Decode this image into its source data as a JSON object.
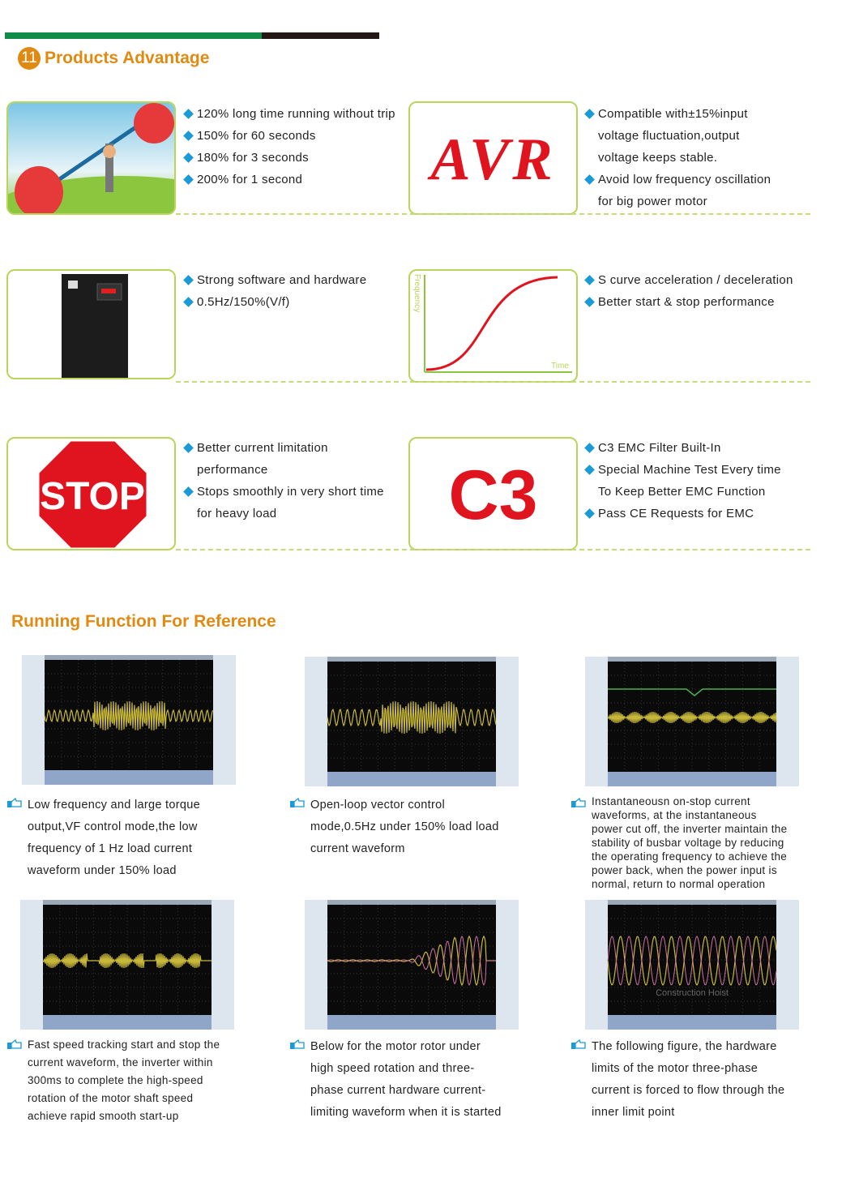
{
  "header": {
    "number": "11",
    "title": "Products Advantage"
  },
  "advantages": [
    {
      "image": "weightlifter-image",
      "items": [
        "120% long time running without trip",
        "150% for 60 seconds",
        "180% for 3 seconds",
        "200% for 1 second"
      ]
    },
    {
      "image": "avr-logo",
      "logo_text": "AVR",
      "items": [
        {
          "t": "Compatible with±15%input",
          "b": true
        },
        {
          "t": "voltage fluctuation,output",
          "b": false
        },
        {
          "t": "voltage keeps stable.",
          "b": false
        },
        {
          "t": "Avoid low frequency oscillation",
          "b": true
        },
        {
          "t": "for big power motor",
          "b": false
        }
      ]
    },
    {
      "image": "inverter-image",
      "items": [
        "Strong software and hardware",
        "0.5Hz/150%(V/f)"
      ]
    },
    {
      "image": "s-curve-graph",
      "axis_y": "Frequency",
      "axis_x": "Time",
      "items": [
        "S curve acceleration / deceleration",
        "Better start & stop performance"
      ]
    },
    {
      "image": "stop-sign",
      "sign_text": "STOP",
      "items": [
        {
          "t": "Better current limitation",
          "b": true
        },
        {
          "t": "performance",
          "b": false
        },
        {
          "t": "Stops smoothly in very short time",
          "b": true
        },
        {
          "t": "for heavy load",
          "b": false
        }
      ]
    },
    {
      "image": "c3-logo",
      "logo_text": "C3",
      "items": [
        {
          "t": "C3 EMC Filter Built-In",
          "b": true
        },
        {
          "t": "Special Machine Test Every time",
          "b": true
        },
        {
          "t": "To Keep Better EMC Function",
          "b": false
        },
        {
          "t": "Pass CE Requests for EMC",
          "b": true
        }
      ]
    }
  ],
  "section2": {
    "title": "Running Function For Reference"
  },
  "waveforms": [
    {
      "caption": [
        "Low frequency and large torque",
        "output,VF control mode,the low",
        "frequency of 1 Hz load current",
        "waveform under 150% load"
      ]
    },
    {
      "caption": [
        "Open-loop vector control",
        "mode,0.5Hz under 150% load load",
        "current waveform"
      ]
    },
    {
      "caption": [
        "Instantaneousn on-stop current",
        "waveforms, at the instantaneous",
        "power cut off, the inverter maintain the",
        "stability of busbar voltage by reducing",
        "the operating frequency to achieve the",
        "power back, when the power input is",
        "normal, return to normal operation"
      ]
    },
    {
      "caption": [
        "Fast speed tracking start and stop the",
        "current waveform, the inverter within",
        "300ms to complete the high-speed",
        "rotation of the motor shaft speed",
        "achieve rapid smooth start-up"
      ]
    },
    {
      "caption": [
        "Below for the motor rotor under",
        "high speed rotation and three-",
        "phase current hardware current-",
        "limiting waveform when it is started"
      ]
    },
    {
      "caption": [
        "The following figure, the hardware",
        "limits of the motor three-phase",
        "current is forced to flow through the",
        "inner limit point"
      ],
      "watermark": "Construction Hoist"
    }
  ],
  "colors": {
    "accent": "#e08a12",
    "green": "#128a48",
    "bullet": "#1a9ad6",
    "border": "#b7d65a",
    "red": "#e0141e"
  }
}
